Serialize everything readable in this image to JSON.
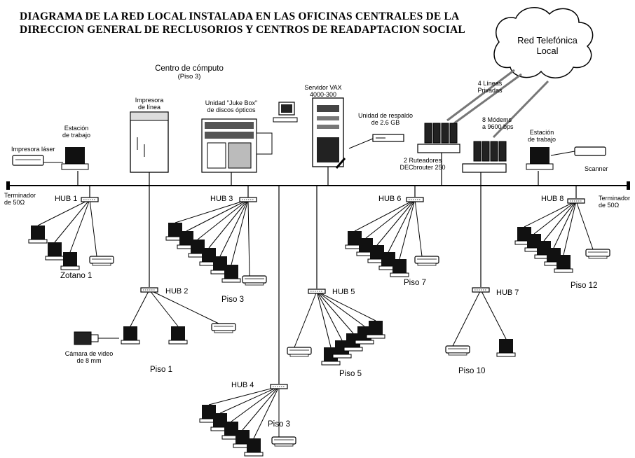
{
  "title_line1": "DIAGRAMA DE LA RED LOCAL INSTALADA EN LAS OFICINAS CENTRALES DE LA",
  "title_line2": "DIRECCION GENERAL DE RECLUSORIOS Y CENTROS DE READAPTACION SOCIAL",
  "cloud_line1": "Red Telefónica",
  "cloud_line2": "Local",
  "computer_center_line1": "Centro de cómputo",
  "computer_center_line2": "(Piso 3)",
  "devices": {
    "printer_laser": "Impresora láser",
    "workstation_left_1": "Estación",
    "workstation_left_2": "de trabajo",
    "line_printer_1": "Impresora",
    "line_printer_2": "de línea",
    "jukebox_1": "Unidad \"Juke Box\"",
    "jukebox_2": "de discos ópticos",
    "vax_1": "Servidor VAX",
    "vax_2": "4000-300",
    "backup_1": "Unidad de respaldo",
    "backup_2": "de 2.6 GB",
    "routers_1": "2 Ruteadores",
    "routers_2": "DECbrouter 250",
    "lines_1": "4 Líneas",
    "lines_2": "Privadas",
    "modems_1": "8 Módems",
    "modems_2": "a 9600 bps",
    "workstation_right_1": "Estación",
    "workstation_right_2": "de trabajo",
    "scanner": "Scanner",
    "terminator_left_1": "Terminador",
    "terminator_left_2": "de 50Ω",
    "terminator_right_1": "Terminador",
    "terminator_right_2": "de 50Ω",
    "camera_1": "Cámara de video",
    "camera_2": "de 8 mm"
  },
  "hubs": {
    "hub1": "HUB 1",
    "hub2": "HUB 2",
    "hub3": "HUB 3",
    "hub4": "HUB 4",
    "hub5": "HUB 5",
    "hub6": "HUB 6",
    "hub7": "HUB 7",
    "hub8": "HUB 8"
  },
  "floors": {
    "zotano": "Zotano 1",
    "piso1": "Piso 1",
    "piso3a": "Piso 3",
    "piso3b": "Piso 3",
    "piso5": "Piso 5",
    "piso7": "Piso 7",
    "piso10": "Piso 10",
    "piso12": "Piso 12"
  }
}
